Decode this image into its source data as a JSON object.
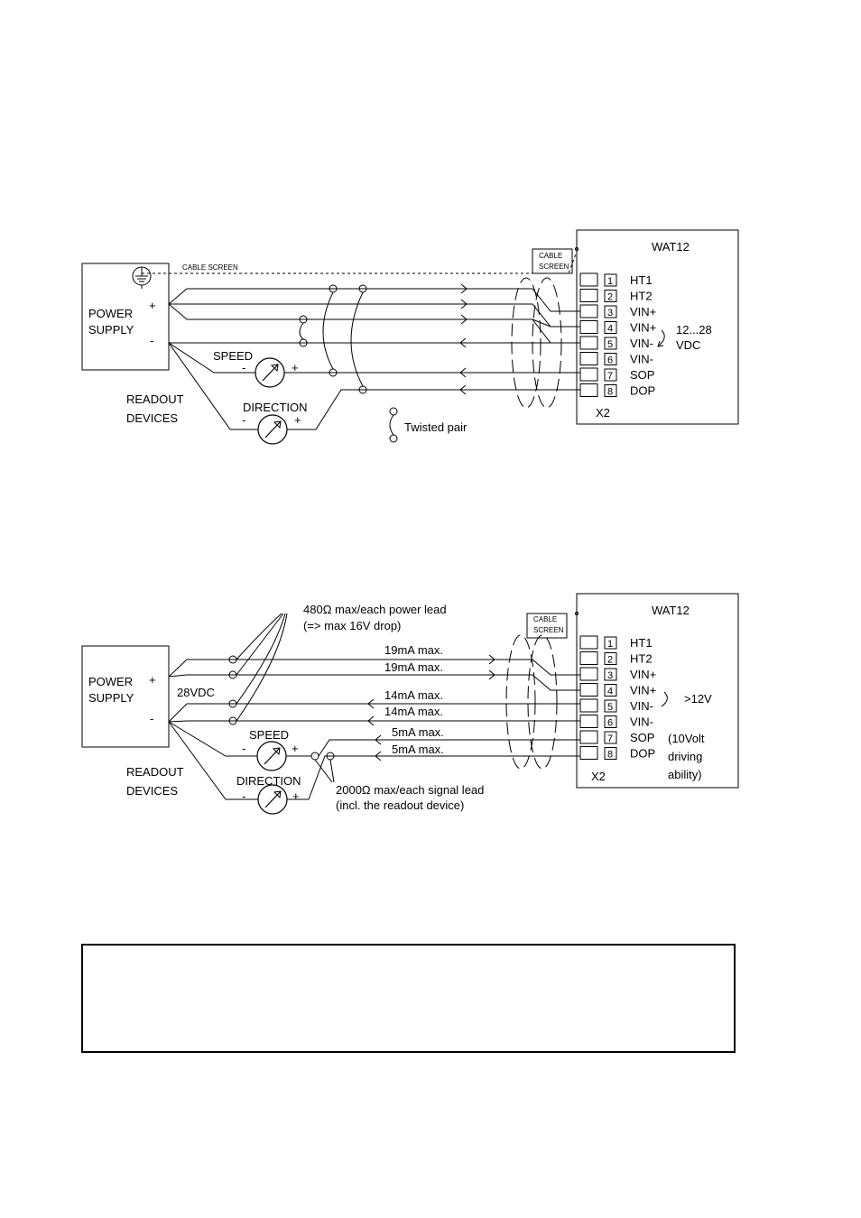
{
  "diagram1": {
    "power_supply": "POWER\nSUPPLY",
    "plus": "+",
    "minus": "-",
    "cable_screen_line": "CABLE SCREEN",
    "cable_screen_box": "CABLE\nSCREEN",
    "speed": "SPEED",
    "direction": "DIRECTION",
    "readout": "READOUT\nDEVICES",
    "twisted_pair": "Twisted pair",
    "device_title": "WAT12",
    "connector": "X2",
    "voltage": "12...28\nVDC",
    "terminals": [
      {
        "num": "1",
        "name": "HT1"
      },
      {
        "num": "2",
        "name": "HT2"
      },
      {
        "num": "3",
        "name": "VIN+"
      },
      {
        "num": "4",
        "name": "VIN+"
      },
      {
        "num": "5",
        "name": "VIN-"
      },
      {
        "num": "6",
        "name": "VIN-"
      },
      {
        "num": "7",
        "name": "SOP"
      },
      {
        "num": "8",
        "name": "DOP"
      }
    ]
  },
  "diagram2": {
    "power_supply": "POWER\nSUPPLY",
    "plus": "+",
    "minus": "-",
    "supply_voltage": "28VDC",
    "cable_screen_box": "CABLE\nSCREEN",
    "power_lead_note": "480Ω max/each power lead\n(=> max 16V drop)",
    "signal_lead_note": "2000Ω max/each signal lead\n(incl. the readout device)",
    "currents": [
      "19mA max.",
      "19mA max.",
      "14mA max.",
      "14mA max.",
      "5mA max.",
      "5mA max."
    ],
    "speed": "SPEED",
    "direction": "DIRECTION",
    "readout": "READOUT\nDEVICES",
    "device_title": "WAT12",
    "connector": "X2",
    "voltage": ">12V",
    "drive_note": "(10Volt\ndriving\nability)",
    "terminals": [
      {
        "num": "1",
        "name": "HT1"
      },
      {
        "num": "2",
        "name": "HT2"
      },
      {
        "num": "3",
        "name": "VIN+"
      },
      {
        "num": "4",
        "name": "VIN+"
      },
      {
        "num": "5",
        "name": "VIN-"
      },
      {
        "num": "6",
        "name": "VIN-"
      },
      {
        "num": "7",
        "name": "SOP"
      },
      {
        "num": "8",
        "name": "DOP"
      }
    ]
  }
}
